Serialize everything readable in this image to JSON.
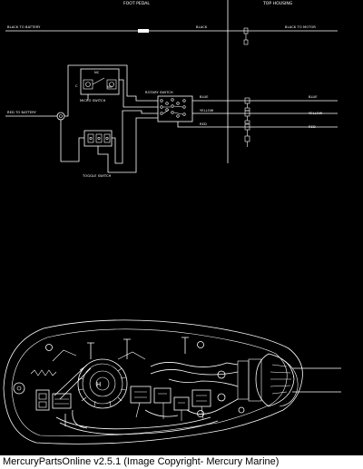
{
  "diagram": {
    "header_foot_pedal": "FOOT PEDAL",
    "header_top_housing": "TOP HOUSING",
    "label_black_to_battery": "BLACK TO BATTERY",
    "label_black": "BLACK",
    "label_black_to_motor": "BLACK TO MOTOR",
    "label_red_to_battery": "RED TO BATTERY",
    "label_nc": "NC",
    "label_no": "NO",
    "label_c": "C",
    "label_micro_switch": "MICRO SWITCH",
    "label_rotary_switch": "ROTARY SWITCH",
    "label_toggle_switch": "TOGGLE SWITCH",
    "label_blue_left": "BLUE",
    "label_blue_right": "BLUE",
    "label_yellow_left": "YELLOW",
    "label_yellow_right": "YELLOW",
    "label_red_left": "RED",
    "label_red_right": "RED"
  },
  "status": {
    "text": "MercuryPartsOnline v2.5.1 (Image Copyright- Mercury Marine)"
  },
  "colors": {
    "background": "#000000",
    "line": "#ffffff",
    "status_bar": "#ffffff"
  }
}
